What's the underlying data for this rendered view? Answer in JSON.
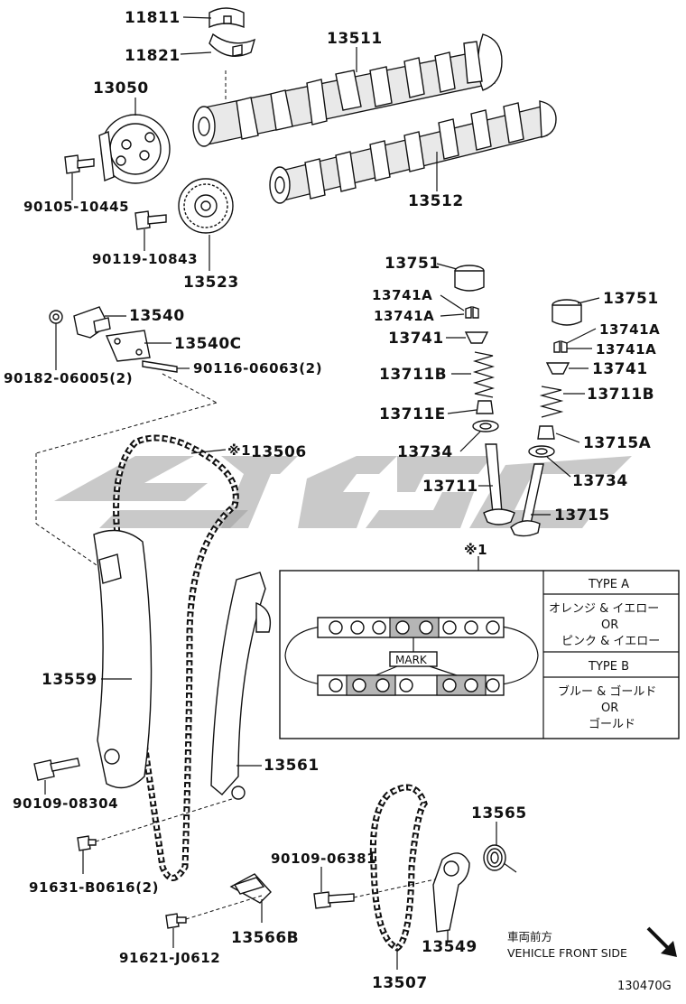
{
  "diagram_id": "130470G",
  "parts": {
    "p11811": "11811",
    "p11821": "11821",
    "p13511": "13511",
    "p13050": "13050",
    "p90105": "90105-10445",
    "p13512": "13512",
    "p90119": "90119-10843",
    "p13523": "13523",
    "p13540": "13540",
    "p13540c": "13540C",
    "p90182": "90182-06005(2)",
    "p90116": "90116-06063(2)",
    "p13506": "13506",
    "p13506_mark": "※1",
    "p13751_a": "13751",
    "p13741a_1": "13741A",
    "p13741a_2": "13741A",
    "p13741_a": "13741",
    "p13711b_a": "13711B",
    "p13711e": "13711E",
    "p13734_a": "13734",
    "p13711": "13711",
    "p13751_b": "13751",
    "p13741a_3": "13741A",
    "p13741a_4": "13741A",
    "p13741_b": "13741",
    "p13711b_b": "13711B",
    "p13715a": "13715A",
    "p13734_b": "13734",
    "p13715": "13715",
    "p13559": "13559",
    "p90109_08304": "90109-08304",
    "p13561": "13561",
    "p91631": "91631-B0616(2)",
    "p13565": "13565",
    "p90109_06381": "90109-06381",
    "p13566b": "13566B",
    "p91621": "91621-J0612",
    "p13549": "13549",
    "p13507": "13507"
  },
  "inset": {
    "ref_mark": "※1",
    "mark_label": "MARK",
    "type_a_header": "TYPE A",
    "type_a_line1": "オレンジ & イエロー",
    "type_a_or": "OR",
    "type_a_line2": "ピンク & イエロー",
    "type_b_header": "TYPE B",
    "type_b_line1": "ブルー & ゴールド",
    "type_b_or": "OR",
    "type_b_line2": "ゴールド"
  },
  "direction": {
    "jp": "車両前方",
    "en": "VEHICLE FRONT SIDE"
  }
}
